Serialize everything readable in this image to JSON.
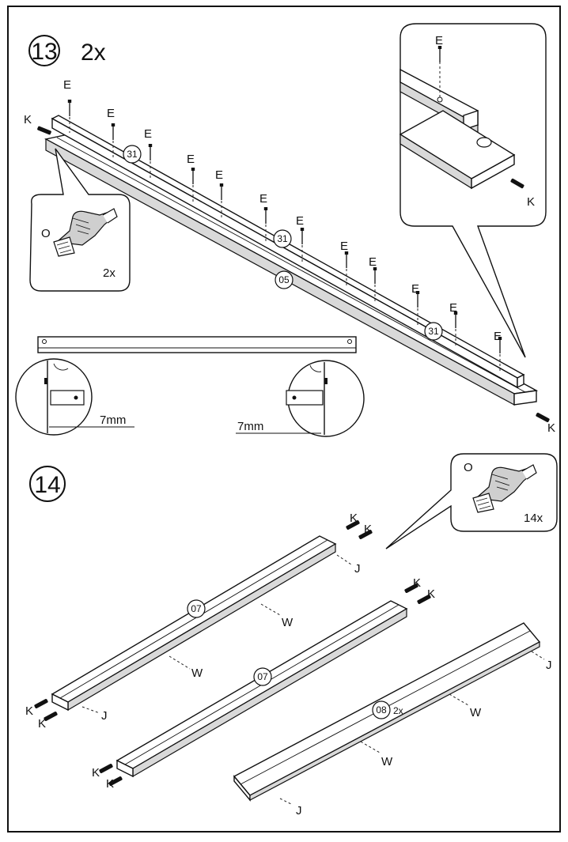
{
  "step13": {
    "number": "13",
    "quantity": "2x",
    "part_rail": "31",
    "part_beam": "05",
    "screw_label": "E",
    "dowel_label": "K",
    "glue_label": "O",
    "glue_quantity": "2x",
    "measurement": "7mm"
  },
  "step14": {
    "number": "14",
    "part_side": "07",
    "part_slat": "08",
    "part_slat_quantity": "2x",
    "dowel_label": "K",
    "hole_label_j": "J",
    "groove_label_w": "W",
    "glue_label": "O",
    "glue_quantity": "14x"
  },
  "icons": {
    "hand": "hand-applying-glue-icon",
    "screw": "screw-icon",
    "dowel": "dowel-icon"
  }
}
